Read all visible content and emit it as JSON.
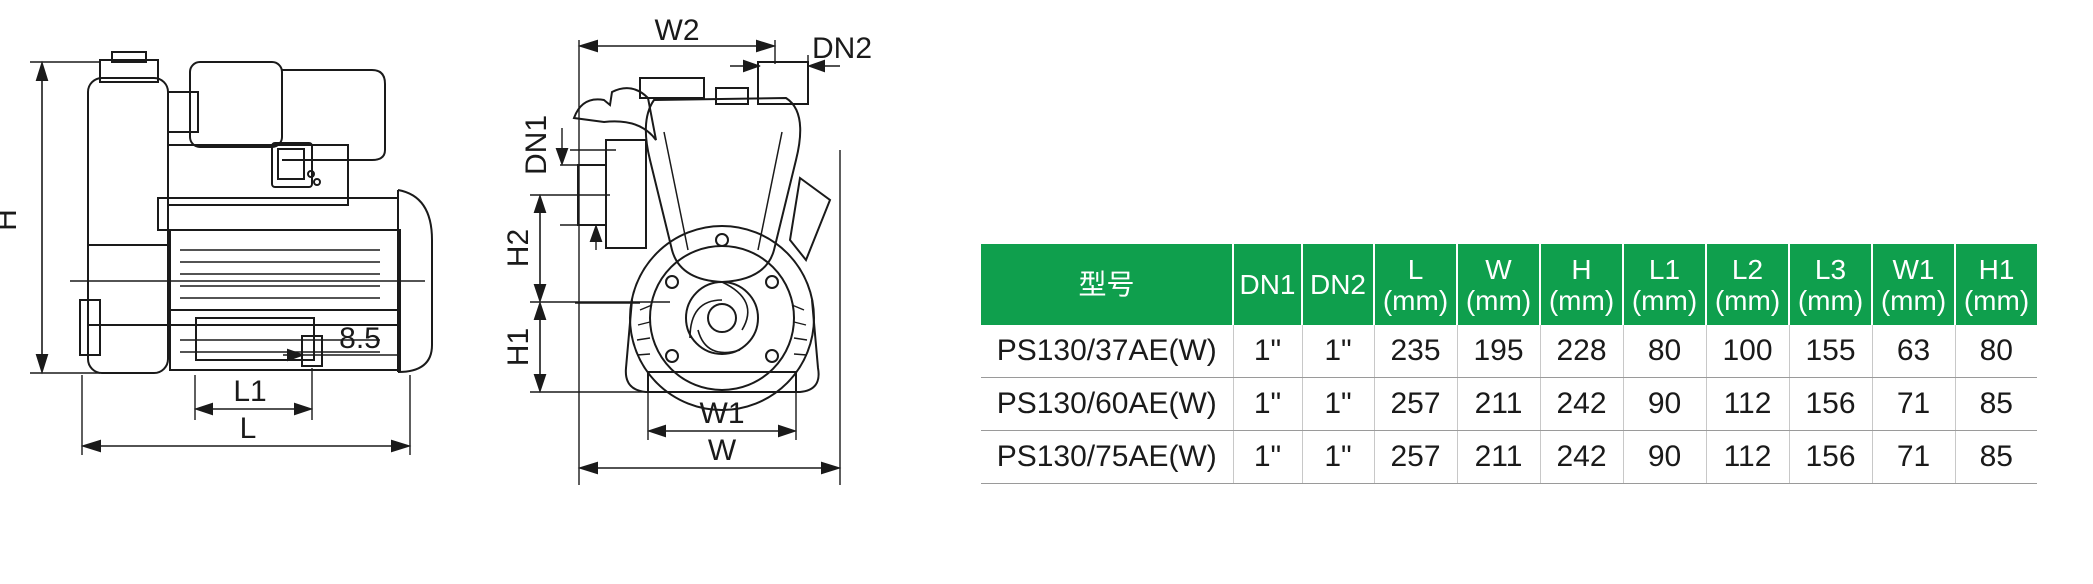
{
  "side_view": {
    "dims": {
      "H": "H",
      "L": "L",
      "L1": "L1",
      "offset": "8.5"
    }
  },
  "front_view": {
    "dims": {
      "W": "W",
      "W1": "W1",
      "W2": "W2",
      "DN1": "DN1",
      "DN2": "DN2",
      "H1": "H1",
      "H2": "H2"
    }
  },
  "spec_table": {
    "headers": [
      {
        "line1": "型号",
        "line2": ""
      },
      {
        "line1": "DN1",
        "line2": ""
      },
      {
        "line1": "DN2",
        "line2": ""
      },
      {
        "line1": "L",
        "line2": "(mm)"
      },
      {
        "line1": "W",
        "line2": "(mm)"
      },
      {
        "line1": "H",
        "line2": "(mm)"
      },
      {
        "line1": "L1",
        "line2": "(mm)"
      },
      {
        "line1": "L2",
        "line2": "(mm)"
      },
      {
        "line1": "L3",
        "line2": "(mm)"
      },
      {
        "line1": "W1",
        "line2": "(mm)"
      },
      {
        "line1": "H1",
        "line2": "(mm)"
      }
    ],
    "rows": [
      [
        "PS130/37AE(W)",
        "1\"",
        "1\"",
        "235",
        "195",
        "228",
        "80",
        "100",
        "155",
        "63",
        "80"
      ],
      [
        "PS130/60AE(W)",
        "1\"",
        "1\"",
        "257",
        "211",
        "242",
        "90",
        "112",
        "156",
        "71",
        "85"
      ],
      [
        "PS130/75AE(W)",
        "1\"",
        "1\"",
        "257",
        "211",
        "242",
        "90",
        "112",
        "156",
        "71",
        "85"
      ]
    ],
    "header_color": "#0f9f4d"
  }
}
